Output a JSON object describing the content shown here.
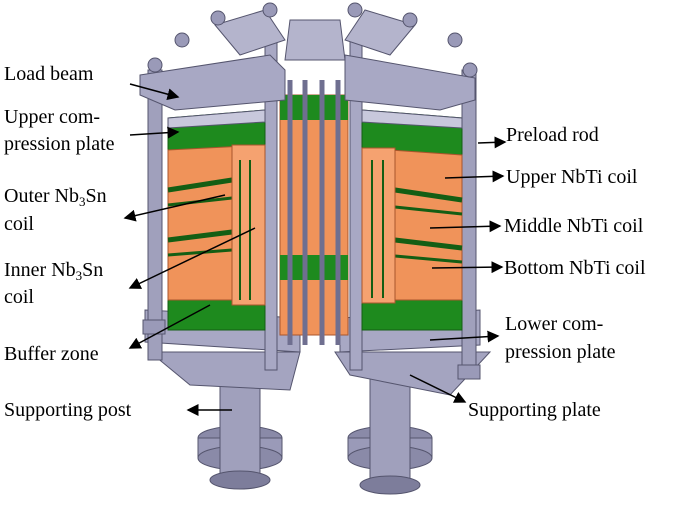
{
  "labels": {
    "load_beam": "Load beam",
    "upper_compression_plate_1": "Upper com-",
    "upper_compression_plate_2": "pression plate",
    "outer_coil_1_pre": "Outer Nb",
    "outer_coil_1_sub": "3",
    "outer_coil_1_post": "Sn",
    "outer_coil_2": "coil",
    "inner_coil_1_pre": "Inner Nb",
    "inner_coil_1_sub": "3",
    "inner_coil_1_post": "Sn",
    "inner_coil_2": "coil",
    "buffer_zone": "Buffer zone",
    "supporting_post": "Supporting post",
    "preload_rod": "Preload rod",
    "upper_nbti_coil": "Upper NbTi coil",
    "middle_nbti_coil": "Middle NbTi coil",
    "bottom_nbti_coil": "Bottom NbTi coil",
    "lower_compression_plate_1": "Lower com-",
    "lower_compression_plate_2": "pression plate",
    "supporting_plate": "Supporting plate"
  },
  "colors": {
    "steel": "#9a9ab8",
    "steel_dark": "#6f6f90",
    "steel_light": "#b9b9d2",
    "buffer_green": "#1e8a1e",
    "nb3sn_orange": "#f0935a",
    "nb3sn_dark": "#c8693a",
    "inner_bore": "#d9c7a8"
  }
}
